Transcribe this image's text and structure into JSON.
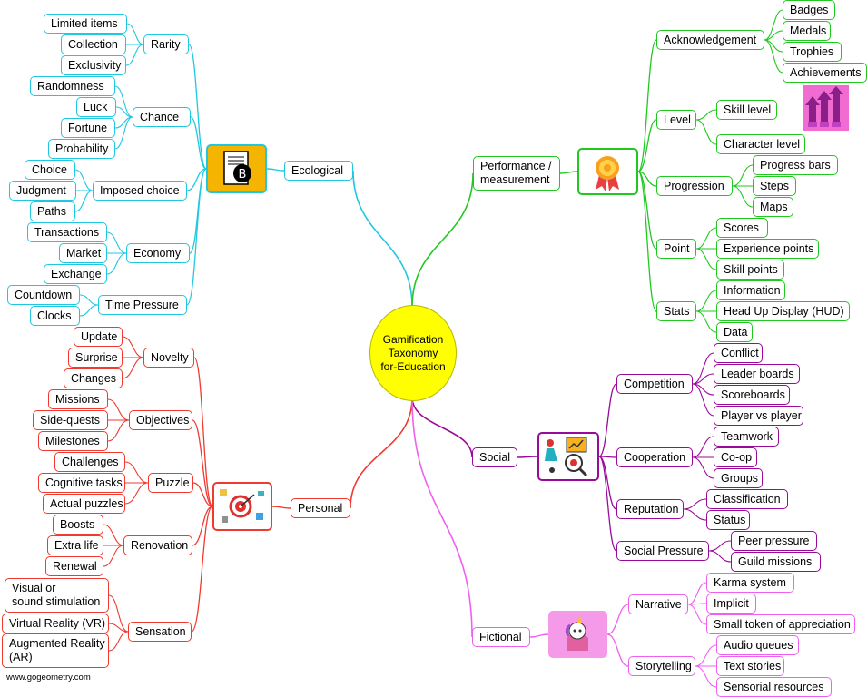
{
  "center": {
    "lines": [
      "Gamification",
      "Taxonomy",
      "for-Education"
    ]
  },
  "footer": "www.gogeometry.com",
  "colors": {
    "ecological": "#1fc8e0",
    "personal": "#f03a30",
    "performance": "#20c820",
    "social": "#9a0a9a",
    "fictional": "#f060f0"
  },
  "icons": [
    "bitcoin-doc-icon",
    "target-puzzle-icon",
    "medal-icon",
    "level-bars-icon",
    "social-analytics-icon",
    "unicorn-icon"
  ],
  "branches": [
    {
      "label": "Ecological",
      "children": [
        {
          "label": "Rarity",
          "children": [
            "Limited items",
            "Collection",
            "Exclusivity"
          ]
        },
        {
          "label": "Chance",
          "children": [
            "Randomness",
            "Luck",
            "Fortune",
            "Probability"
          ]
        },
        {
          "label": "Imposed choice",
          "children": [
            "Choice",
            "Judgment",
            "Paths"
          ]
        },
        {
          "label": "Economy",
          "children": [
            "Transactions",
            "Market",
            "Exchange"
          ]
        },
        {
          "label": "Time Pressure",
          "children": [
            "Countdown",
            "Clocks"
          ]
        }
      ]
    },
    {
      "label": "Personal",
      "children": [
        {
          "label": "Novelty",
          "children": [
            "Update",
            "Surprise",
            "Changes"
          ]
        },
        {
          "label": "Objectives",
          "children": [
            "Missions",
            "Side-quests",
            "Milestones"
          ]
        },
        {
          "label": "Puzzle",
          "children": [
            "Challenges",
            "Cognitive tasks",
            "Actual puzzles"
          ]
        },
        {
          "label": "Renovation",
          "children": [
            "Boosts",
            "Extra life",
            "Renewal"
          ]
        },
        {
          "label": "Sensation",
          "children": [
            "Visual or\nsound stimulation",
            "Virtual Reality (VR)",
            "Augmented Reality\n(AR)"
          ]
        }
      ]
    },
    {
      "label": "Performance /\nmeasurement",
      "children": [
        {
          "label": "Acknowledgement",
          "children": [
            "Badges",
            "Medals",
            "Trophies",
            "Achievements"
          ]
        },
        {
          "label": "Level",
          "children": [
            "Skill level",
            "Character level"
          ]
        },
        {
          "label": "Progression",
          "children": [
            "Progress bars",
            "Steps",
            "Maps"
          ]
        },
        {
          "label": "Point",
          "children": [
            "Scores",
            "Experience points",
            "Skill points"
          ]
        },
        {
          "label": "Stats",
          "children": [
            "Information",
            "Head Up Display (HUD)",
            "Data"
          ]
        }
      ]
    },
    {
      "label": "Social",
      "children": [
        {
          "label": "Competition",
          "children": [
            "Conflict",
            "Leader boards",
            "Scoreboards",
            "Player vs player"
          ]
        },
        {
          "label": "Cooperation",
          "children": [
            "Teamwork",
            "Co-op",
            "Groups"
          ]
        },
        {
          "label": "Reputation",
          "children": [
            "Classification",
            "Status"
          ]
        },
        {
          "label": "Social Pressure",
          "children": [
            "Peer pressure",
            "Guild missions"
          ]
        }
      ]
    },
    {
      "label": "Fictional",
      "children": [
        {
          "label": "Narrative",
          "children": [
            "Karma system",
            "Implicit",
            "Small token of appreciation"
          ]
        },
        {
          "label": "Storytelling",
          "children": [
            "Audio queues",
            "Text stories",
            "Sensorial resources"
          ]
        }
      ]
    }
  ]
}
